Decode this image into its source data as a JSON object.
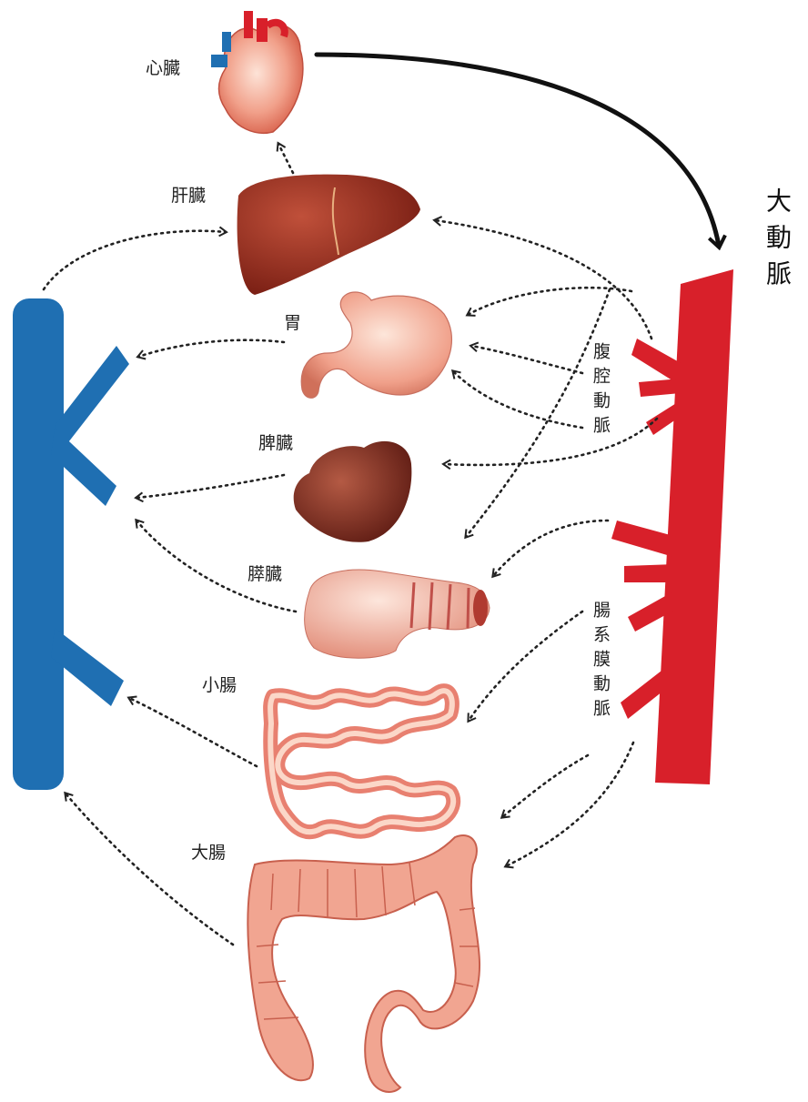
{
  "labels": {
    "heart": "心臓",
    "liver": "肝臓",
    "stomach": "胃",
    "spleen": "脾臓",
    "pancreas": "膵臓",
    "small_intestine": "小腸",
    "large_intestine": "大腸",
    "aorta": "大動脈",
    "celiac_artery": "腹腔動脈",
    "mesenteric_artery": "腸系膜動脈"
  },
  "colors": {
    "vein": "#1f6fb2",
    "artery": "#d8202a",
    "organ_pink": "#f2a08c",
    "liver": "#8e2a1c",
    "spleen": "#7a2a1e",
    "arrow": "#222222"
  }
}
